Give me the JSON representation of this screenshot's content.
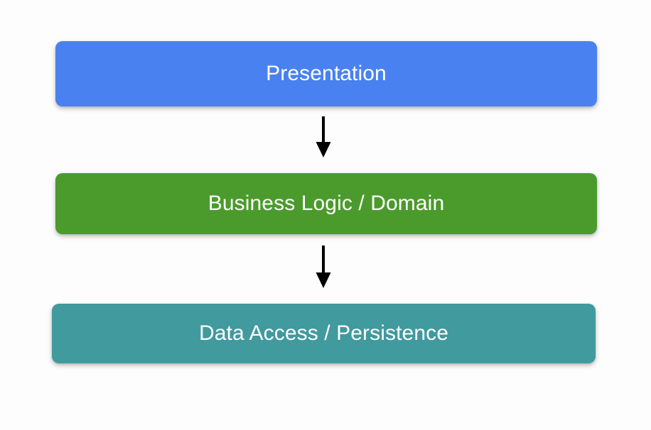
{
  "diagram": {
    "type": "layered-architecture-flow",
    "orientation": "vertical-top-down",
    "background_color": "#fdfdfd",
    "layers": [
      {
        "id": "presentation",
        "label": "Presentation",
        "fill_color": "#4a81f0",
        "text_color": "#ffffff"
      },
      {
        "id": "business",
        "label": "Business Logic / Domain",
        "fill_color": "#4a9b2c",
        "text_color": "#ffffff"
      },
      {
        "id": "data",
        "label": "Data Access / Persistence",
        "fill_color": "#409a9e",
        "text_color": "#ffffff"
      }
    ],
    "connectors": [
      {
        "id": "presentation-to-business",
        "icon": "down-arrow-icon",
        "from": "Presentation",
        "to": "Business Logic / Domain",
        "color": "#000000"
      },
      {
        "id": "business-to-data",
        "icon": "down-arrow-icon",
        "from": "Business Logic / Domain",
        "to": "Data Access / Persistence",
        "color": "#000000"
      }
    ]
  }
}
